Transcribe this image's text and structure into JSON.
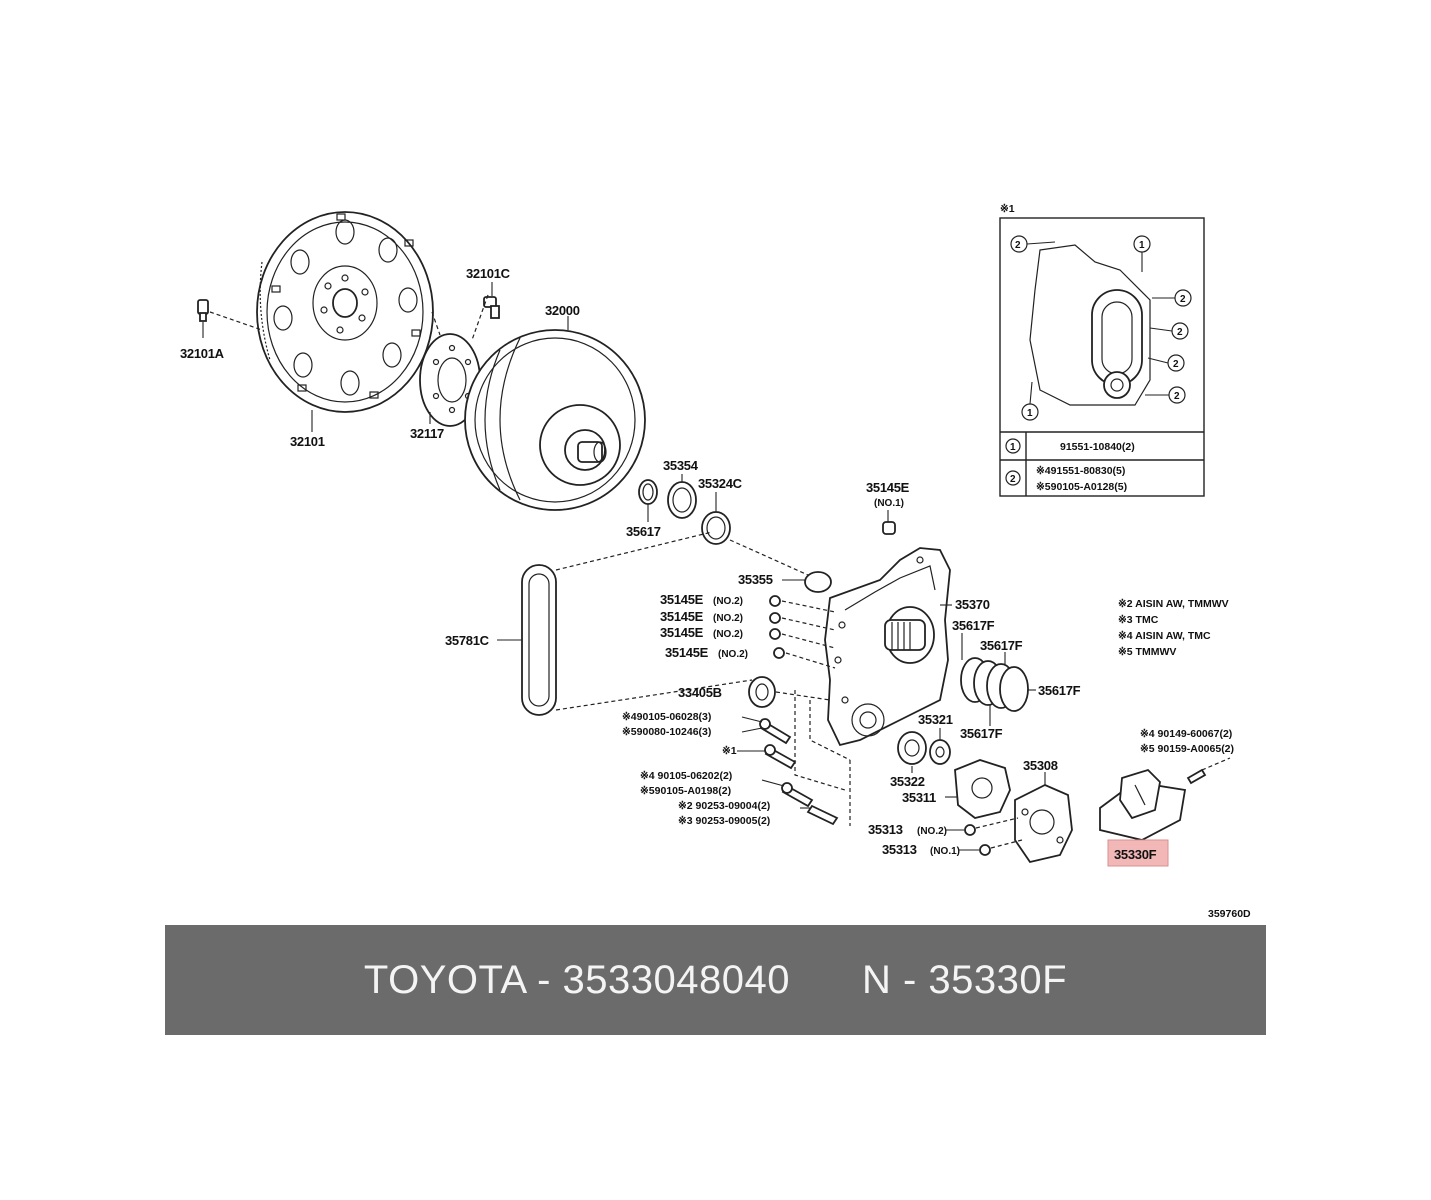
{
  "diagram": {
    "inset_marker": "※1",
    "drawing_code": "359760D",
    "callouts": {
      "c32101A": "32101A",
      "c32101": "32101",
      "c32101C": "32101C",
      "c32117": "32117",
      "c32000": "32000",
      "c35354": "35354",
      "c35324C": "35324C",
      "c35617": "35617",
      "c35145E_top": "35145E",
      "c35145E_top_sub": "(NO.1)",
      "c35355": "35355",
      "c35370": "35370",
      "c35781C": "35781C",
      "c35145E_1": "35145E",
      "c35145E_2": "35145E",
      "c35145E_3": "35145E",
      "c35145E_4": "35145E",
      "no2": "(NO.2)",
      "c33405B": "33405B",
      "c35617F_a": "35617F",
      "c35617F_b": "35617F",
      "c35617F_c": "35617F",
      "c35617F_d": "35617F",
      "c35321": "35321",
      "c35322": "35322",
      "c35308": "35308",
      "c35311": "35311",
      "c35313_a": "35313",
      "c35313_a_sub": "(NO.2)",
      "c35313_b": "35313",
      "c35313_b_sub": "(NO.1)",
      "c35330F": "35330F",
      "b1": "※490105-06028(3)",
      "b2": "※590080-10246(3)",
      "b3": "※1",
      "b4": "※4 90105-06202(2)",
      "b5": "※590105-A0198(2)",
      "b6": "※2 90253-09004(2)",
      "b7": "※3 90253-09005(2)",
      "r1": "※4 90149-60067(2)",
      "r2": "※5 90159-A0065(2)"
    },
    "notes": [
      "※2 AISIN AW, TMMWV",
      "※3 TMC",
      "※4 AISIN AW, TMC",
      "※5 TMMWV"
    ],
    "inset_table": [
      {
        "key": "1",
        "value": "91551-10840(2)"
      },
      {
        "key": "2",
        "value": "※491551-80830(5)",
        "value2": "※590105-A0128(5)"
      }
    ],
    "highlight_color": "#f2b8b8"
  },
  "banner": {
    "brand": "TOYOTA",
    "part_number": "3533048040",
    "ref_prefix": "N",
    "ref_code": "35330F"
  }
}
